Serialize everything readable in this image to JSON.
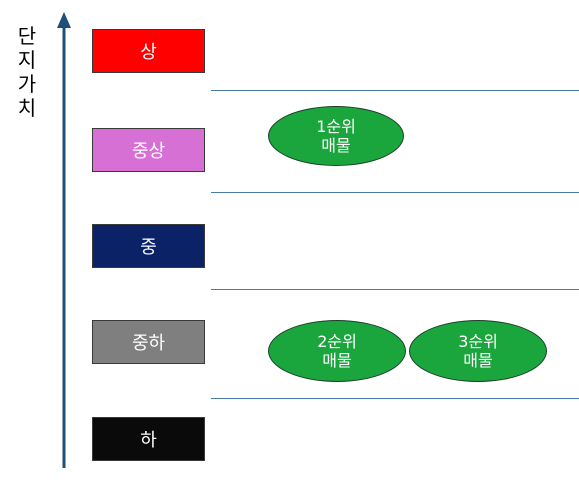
{
  "axis": {
    "title_chars": [
      "단",
      "지",
      "가",
      "치"
    ],
    "arrow_color": "#1f4f7a"
  },
  "levels": [
    {
      "label": "상",
      "color": "#ff0000"
    },
    {
      "label": "중상",
      "color": "#d670d4"
    },
    {
      "label": "중",
      "color": "#0c2266"
    },
    {
      "label": "중하",
      "color": "#7f7f7f"
    },
    {
      "label": "하",
      "color": "#0a0a0a"
    }
  ],
  "listings": [
    {
      "line1": "1순위",
      "line2": "매물"
    },
    {
      "line1": "2순위",
      "line2": "매물"
    },
    {
      "line1": "3순위",
      "line2": "매물"
    }
  ],
  "colors": {
    "separator": "#4a7aa6",
    "listing_fill": "#1aa63c",
    "listing_stroke": "#1c3f2a"
  }
}
